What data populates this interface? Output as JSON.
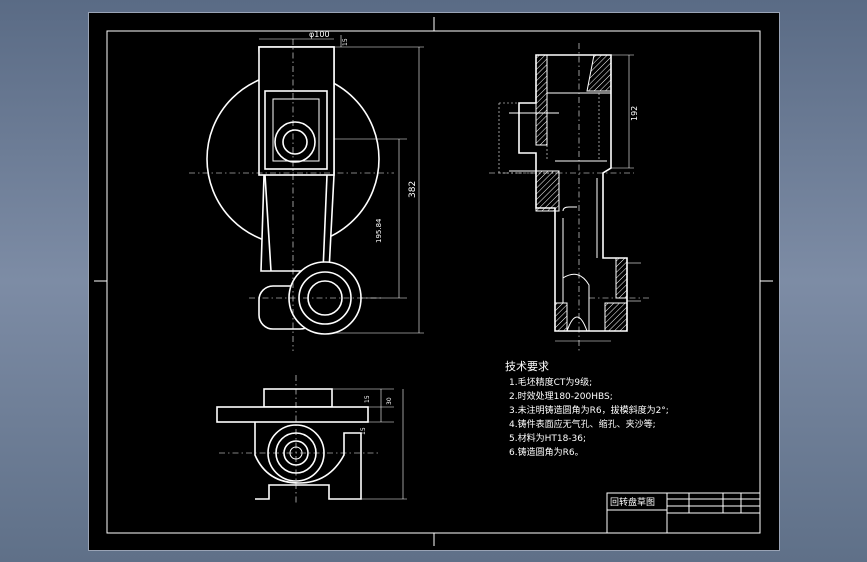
{
  "drawing": {
    "title_block": {
      "part_name": "回转盘草图"
    },
    "tech_requirements": {
      "heading": "技术要求",
      "items": [
        "1.毛坯精度CT为9级;",
        "2.时效处理180-200HBS;",
        "3.未注明铸造圆角为R6，拔模斜度为2°;",
        "4.铸件表面应无气孔、缩孔、夹沙等;",
        "5.材料为HT18-36;",
        "6.铸造圆角为R6。"
      ]
    },
    "dimensions": {
      "top_diameter": "φ100",
      "top_offset": "15",
      "overall_length": "382",
      "center_distance": "195.84",
      "side_height": "192",
      "bottom_h1": "15",
      "bottom_h2": "30",
      "bottom_h3": "15"
    }
  },
  "colors": {
    "sheet": "#000000",
    "lines": "#ffffff",
    "background": "#6b7a93"
  }
}
